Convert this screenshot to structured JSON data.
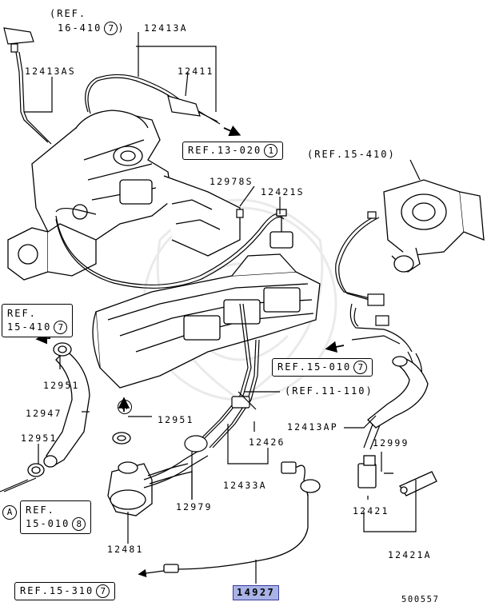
{
  "labels": {
    "p12413A": "12413A",
    "p12411": "12411",
    "p12413AS": "12413AS",
    "p12978S": "12978S",
    "p12421S": "12421S",
    "p12951a": "12951",
    "p12947": "12947",
    "p12951b": "12951",
    "p12951c": "12951",
    "p12426": "12426",
    "p12433A": "12433A",
    "p12413AP": "12413AP",
    "p12999": "12999",
    "p12421": "12421",
    "p12421A": "12421A",
    "p12979": "12979",
    "p12481": "12481",
    "p14927": "14927"
  },
  "refs": {
    "r1": {
      "text": "(REF.",
      "text2": "16-410",
      "num": "7"
    },
    "r2": {
      "text": "REF.13-020",
      "num": "1"
    },
    "r3": {
      "text": "(REF.15-410)"
    },
    "r4": {
      "text": "REF.",
      "text2": "15-410",
      "num": "7"
    },
    "r5": {
      "text": "REF.15-010",
      "num": "7"
    },
    "r6": {
      "text": "(REF.11-110)"
    },
    "r7": {
      "text": "REF.",
      "text2": "15-010",
      "num": "8"
    },
    "r8": {
      "text": "REF.15-310",
      "num": "7"
    }
  },
  "markers": {
    "a1": "A",
    "a2": "A"
  },
  "diagram_code": "500557"
}
